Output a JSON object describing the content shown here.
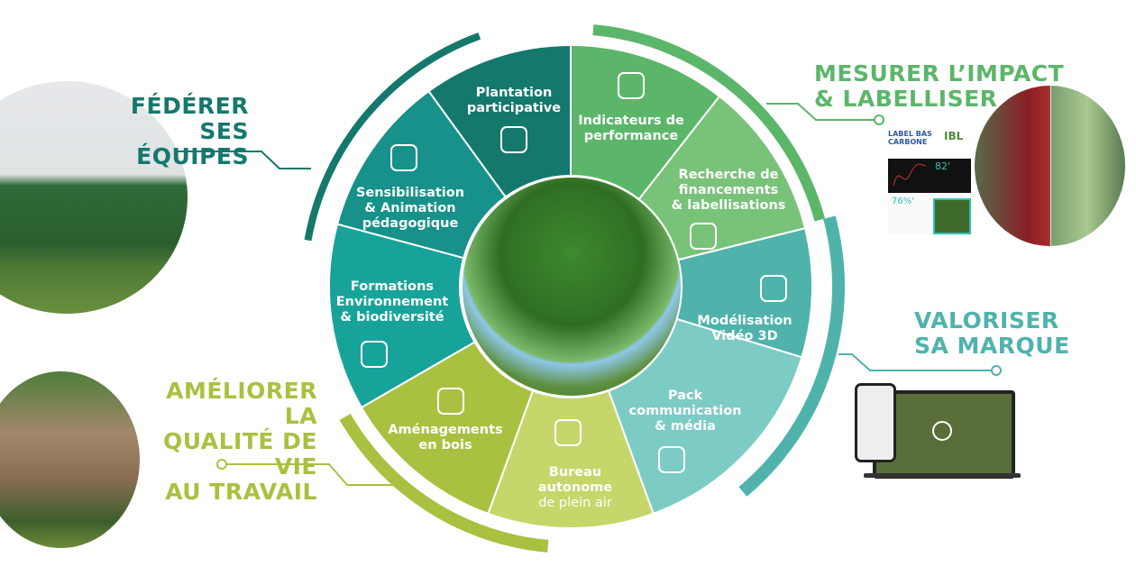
{
  "headings": {
    "federer": [
      "FÉDÉRER",
      "SES ÉQUIPES"
    ],
    "ameliorer": [
      "AMÉLIORER LA",
      "QUALITÉ DE VIE",
      "AU TRAVAIL"
    ],
    "mesurer": [
      "MESURER L’IMPACT",
      "& LABELLISER"
    ],
    "valoriser": [
      "VALORISER",
      "SA MARQUE"
    ]
  },
  "segments": [
    {
      "lines": [
        "Plantation",
        "participative"
      ],
      "icon": "leaf-icon"
    },
    {
      "lines": [
        "Indicateurs de",
        "performance"
      ],
      "icon": "growth-chart-icon"
    },
    {
      "lines": [
        "Recherche de",
        "financements",
        "& labellisations"
      ],
      "icon": "award-badge-icon"
    },
    {
      "lines": [
        "Modélisation",
        "Vidéo 3D"
      ],
      "icon": "cube-icon"
    },
    {
      "lines": [
        "Pack",
        "communication",
        "& média"
      ],
      "icon": "speech-bubble-icon"
    },
    {
      "lines": [
        "Bureau",
        "autonome"
      ],
      "light": "de plein air",
      "icon": "house-tools-icon"
    },
    {
      "lines": [
        "Aménagements",
        "en bois"
      ],
      "icon": "picnic-table-icon"
    },
    {
      "lines": [
        "Formations",
        "Environnement",
        "& biodiversité"
      ],
      "icon": "book-hand-icon"
    },
    {
      "lines": [
        "Sensibilisation",
        "& Animation",
        "pédagogique"
      ],
      "icon": "megaphone-icon"
    }
  ],
  "labels": {
    "label_bas_carbone": "LABEL BAS CARBONE",
    "ibl": "IBL",
    "stat1": "82'",
    "stat2": "76%'"
  },
  "colors": {
    "dark_teal": "#15786c",
    "green": "#5cb66a",
    "lime": "#a9c140",
    "teal": "#4fb3ac"
  }
}
